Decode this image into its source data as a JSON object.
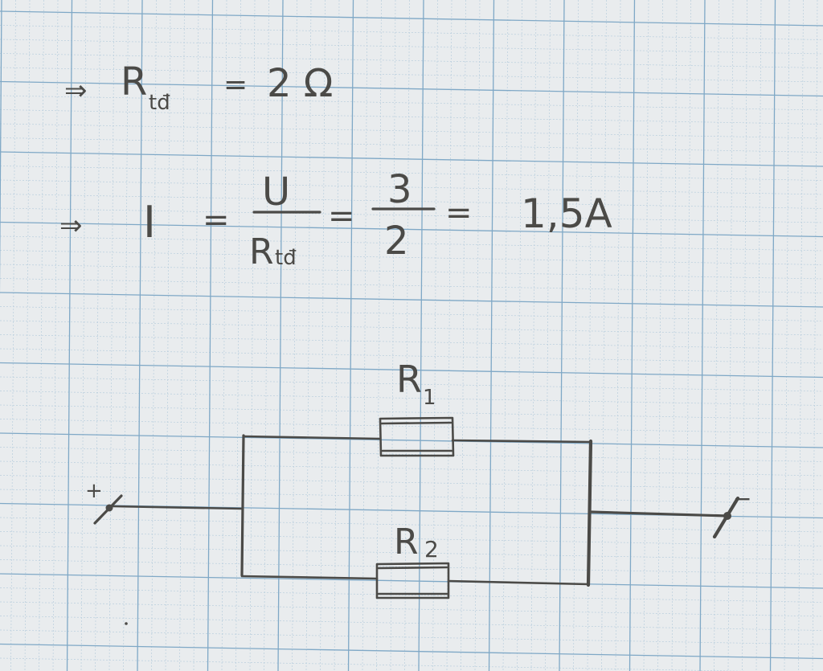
{
  "paper": {
    "background": "#e9ecee",
    "grid_minor_color": "#b9cedd",
    "grid_major_color": "#7fa8c6",
    "ink_color": "#4b4a47"
  },
  "equations": {
    "line1": {
      "arrow": "⇒",
      "lhs_main": "R",
      "lhs_sub": "tđ",
      "equals": "=",
      "rhs": "2 Ω"
    },
    "line2": {
      "arrow": "⇒",
      "lhs": "I",
      "equals1": "=",
      "frac1_num": "U",
      "frac1_den_main": "R",
      "frac1_den_sub": "tđ",
      "equals2": "=",
      "frac2_num": "3",
      "frac2_den": "2",
      "equals3": "=",
      "result": "1,5A"
    }
  },
  "circuit": {
    "r1_label_main": "R",
    "r1_label_sub": "1",
    "r2_label_main": "R",
    "r2_label_sub": "2",
    "plus_terminal": "+",
    "minus_terminal": "−"
  }
}
